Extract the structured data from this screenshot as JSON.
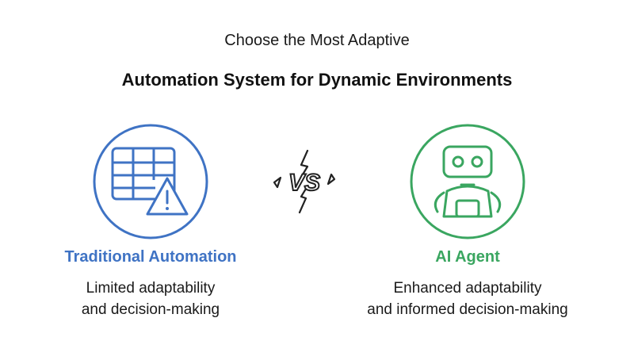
{
  "header": {
    "subtitle": "Choose the Most Adaptive",
    "title": "Automation System for Dynamic Environments"
  },
  "versus": {
    "label": "VS",
    "icon": "lightning-vs-icon"
  },
  "options": [
    {
      "label": "Traditional Automation",
      "description_lines": [
        "Limited adaptability",
        "and decision-making"
      ],
      "icon": "spreadsheet-warning-icon",
      "color": "#3f73c4"
    },
    {
      "label": "AI Agent",
      "description_lines": [
        "Enhanced adaptability",
        "and informed decision-making"
      ],
      "icon": "robot-icon",
      "color": "#3aa660"
    }
  ]
}
